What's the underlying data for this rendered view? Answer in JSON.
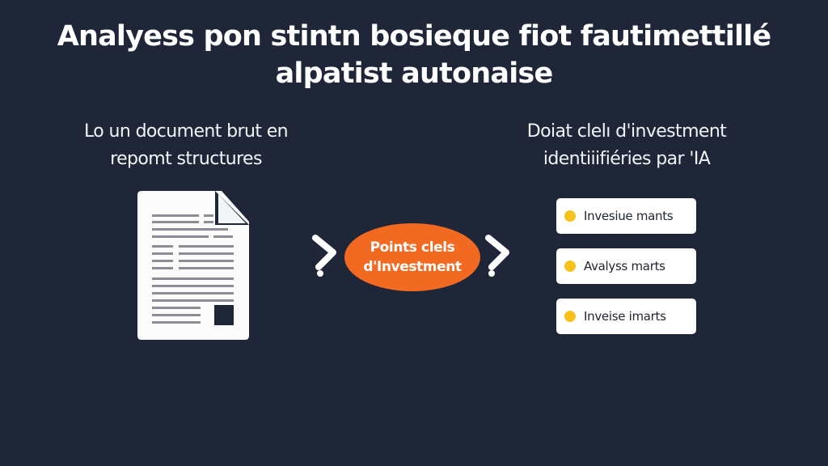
{
  "title": {
    "line1": "Analyess pon stintn bosieque fiot fautimettillé",
    "line2": "alpatist autonaise"
  },
  "input_section": {
    "caption_line1": "Lo un document brut en",
    "caption_line2": "repomt structures",
    "icon": "document-icon"
  },
  "process": {
    "left_arrow_icon": "chevron-right-icon",
    "oval_line1": "Points clels",
    "oval_line2": "d'Investment",
    "right_arrow_icon": "chevron-right-icon",
    "oval_color": "#f26a21"
  },
  "output_section": {
    "caption_line1": "Doiat clelı d'investment",
    "caption_line2": "identiiifiéries par 'IA",
    "items": [
      {
        "label": "Invesiue mants",
        "bullet_color": "#f8c21c"
      },
      {
        "label": "Avalyss marts",
        "bullet_color": "#f8c21c"
      },
      {
        "label": "Inveise imarts",
        "bullet_color": "#f8c21c"
      }
    ]
  },
  "colors": {
    "background": "#1e2638",
    "accent": "#f26a21",
    "bullet": "#f8c21c",
    "card": "#ffffff"
  }
}
